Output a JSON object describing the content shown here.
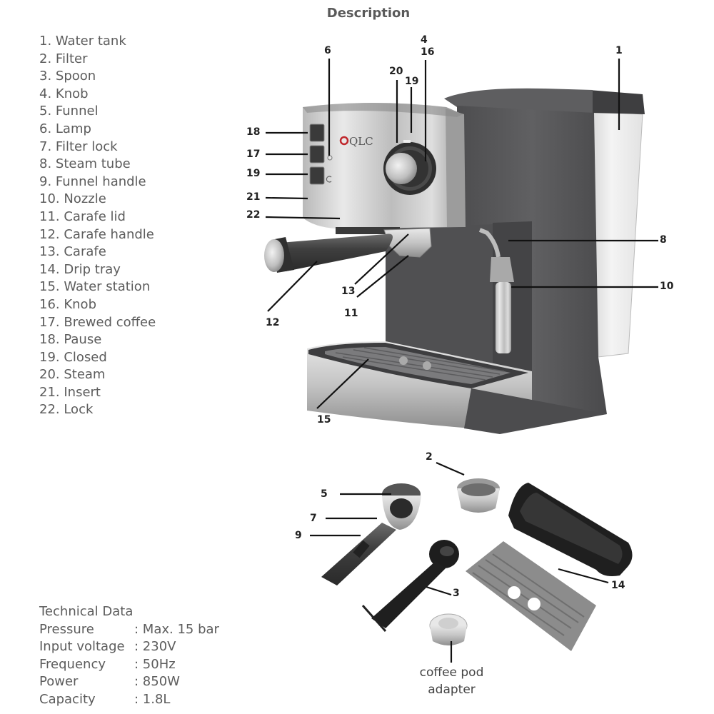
{
  "title": "Description",
  "brand_logo_text": "QLC",
  "parts": [
    {
      "num": "1",
      "label": "1. Water tank"
    },
    {
      "num": "2",
      "label": "2. Filter"
    },
    {
      "num": "3",
      "label": "3. Spoon"
    },
    {
      "num": "4",
      "label": "4. Knob"
    },
    {
      "num": "5",
      "label": "5. Funnel"
    },
    {
      "num": "6",
      "label": "6. Lamp"
    },
    {
      "num": "7",
      "label": "7. Filter lock"
    },
    {
      "num": "8",
      "label": "8. Steam tube"
    },
    {
      "num": "9",
      "label": "9. Funnel handle"
    },
    {
      "num": "10",
      "label": "10. Nozzle"
    },
    {
      "num": "11",
      "label": "11. Carafe lid"
    },
    {
      "num": "12",
      "label": "12. Carafe handle"
    },
    {
      "num": "13",
      "label": "13. Carafe"
    },
    {
      "num": "14",
      "label": "14. Drip tray"
    },
    {
      "num": "15",
      "label": "15. Water station"
    },
    {
      "num": "16",
      "label": "16. Knob"
    },
    {
      "num": "17",
      "label": "17. Brewed coffee"
    },
    {
      "num": "18",
      "label": "18. Pause"
    },
    {
      "num": "19",
      "label": "19. Closed"
    },
    {
      "num": "20",
      "label": "20. Steam"
    },
    {
      "num": "21",
      "label": "21. Insert"
    },
    {
      "num": "22",
      "label": "22. Lock"
    }
  ],
  "callouts": {
    "c1": "1",
    "c2": "2",
    "c3": "3",
    "c4": "4",
    "c5": "5",
    "c6": "6",
    "c7": "7",
    "c8": "8",
    "c9": "9",
    "c10": "10",
    "c11": "11",
    "c12": "12",
    "c13": "13",
    "c14": "14",
    "c15": "15",
    "c16": "16",
    "c17": "17",
    "c18": "18",
    "c19a": "19",
    "c19b": "19",
    "c20": "20",
    "c21": "21",
    "c22": "22"
  },
  "pod_adapter_label": [
    "coffee pod",
    "adapter"
  ],
  "technical_data": {
    "heading": "Technical Data",
    "rows": [
      {
        "label": "Pressure",
        "value": ": Max. 15 bar"
      },
      {
        "label": "Input voltage",
        "value": ": 230V"
      },
      {
        "label": "Frequency",
        "value": ": 50Hz"
      },
      {
        "label": "Power",
        "value": ": 850W"
      },
      {
        "label": "Capacity",
        "value": ": 1.8L"
      }
    ]
  },
  "colors": {
    "text": "#5c5c5c",
    "body_dark": "#5a5a5c",
    "steel": "#c9c9c9",
    "logo_red": "#c0282d"
  }
}
